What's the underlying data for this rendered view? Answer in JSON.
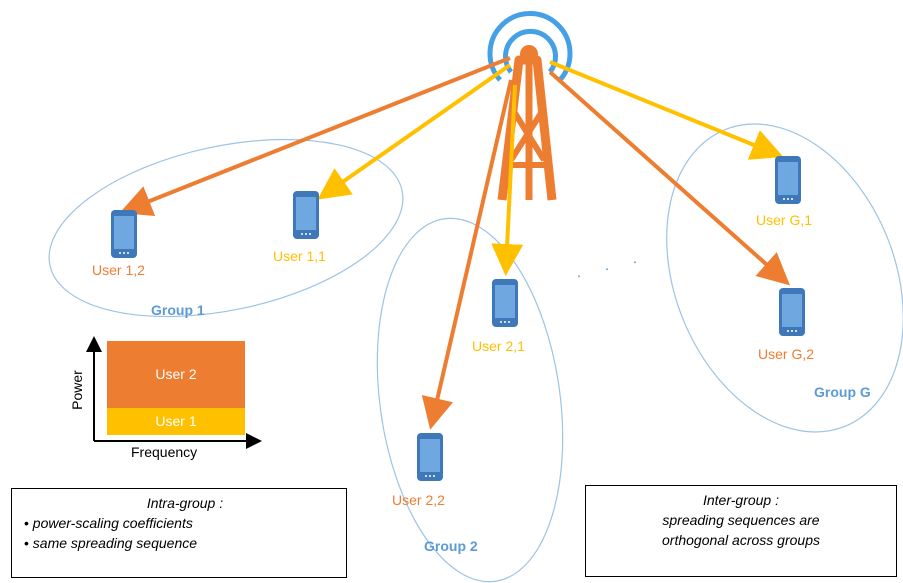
{
  "users": {
    "u12": "User 1,2",
    "u11": "User 1,1",
    "u21": "User 2,1",
    "u22": "User 2,2",
    "uG1": "User G,1",
    "uG2": "User G,2"
  },
  "groups": {
    "g1": "Group 1",
    "g2": "Group 2",
    "gG": "Group G"
  },
  "power_chart": {
    "ylabel": "Power",
    "xlabel": "Frequency",
    "layers": [
      "User 2",
      "User 1"
    ]
  },
  "intra_box": {
    "title": "Intra-group :",
    "items": [
      "power-scaling coefficients",
      "same spreading sequence"
    ]
  },
  "inter_box": {
    "title": "Inter-group :",
    "line1": "spreading sequences are",
    "line2": "orthogonal across groups"
  },
  "ellipsis": ". . .",
  "colors": {
    "orange": "#ED7D31",
    "yellow": "#FFC000",
    "blue": "#5B9BD5",
    "phone": "#4A86C8"
  }
}
